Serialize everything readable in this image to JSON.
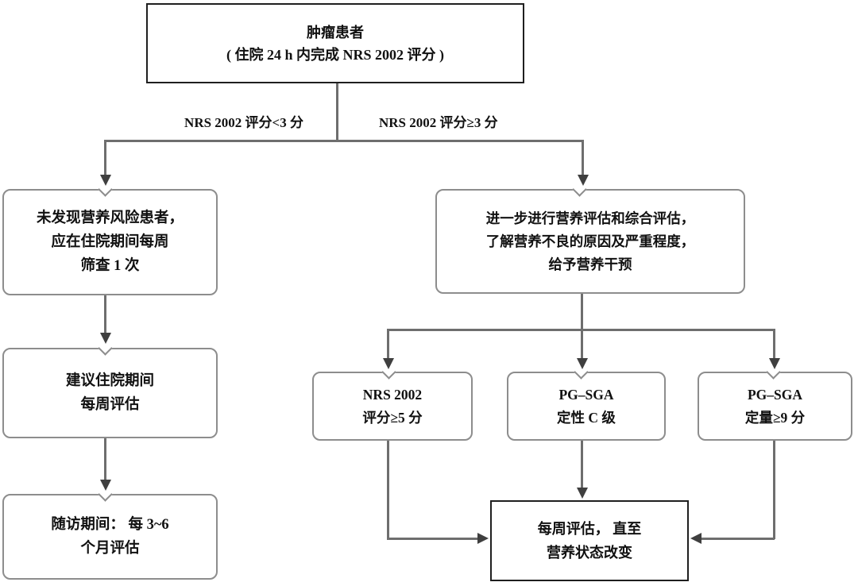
{
  "colors": {
    "background": "#ffffff",
    "line": "#6e6e6e",
    "arrow": "#3f3f3f",
    "box_border": "#8d8d8d",
    "strong_border": "#1f1f1f",
    "text": "#111111"
  },
  "nodes": {
    "start": {
      "line1": "肿瘤患者",
      "line2": "( 住院 24 h 内完成 NRS 2002 评分 )"
    },
    "no_risk": {
      "line1": "未发现营养风险患者，",
      "line2": "应在住院期间每周",
      "line3": "筛查 1 次"
    },
    "inpatient_weekly": {
      "line1": "建议住院期间",
      "line2": "每周评估"
    },
    "followup": {
      "line1": "随访期间： 每 3~6",
      "line2": "个月评估"
    },
    "further_assess": {
      "line1": "进一步进行营养评估和综合评估，",
      "line2": "了解营养不良的原因及严重程度，",
      "line3": "给予营养干预"
    },
    "nrs_ge5": {
      "line1": "NRS 2002",
      "line2": "评分≥5 分"
    },
    "pgsga_c": {
      "line1": "PG–SGA",
      "line2": "定性 C 级"
    },
    "pgsga_ge9": {
      "line1": "PG–SGA",
      "line2": "定量≥9 分"
    },
    "weekly_until_change": {
      "line1": "每周评估， 直至",
      "line2": "营养状态改变"
    }
  },
  "edge_labels": {
    "nrs_lt3": "NRS 2002 评分<3 分",
    "nrs_ge3": "NRS 2002 评分≥3 分"
  }
}
